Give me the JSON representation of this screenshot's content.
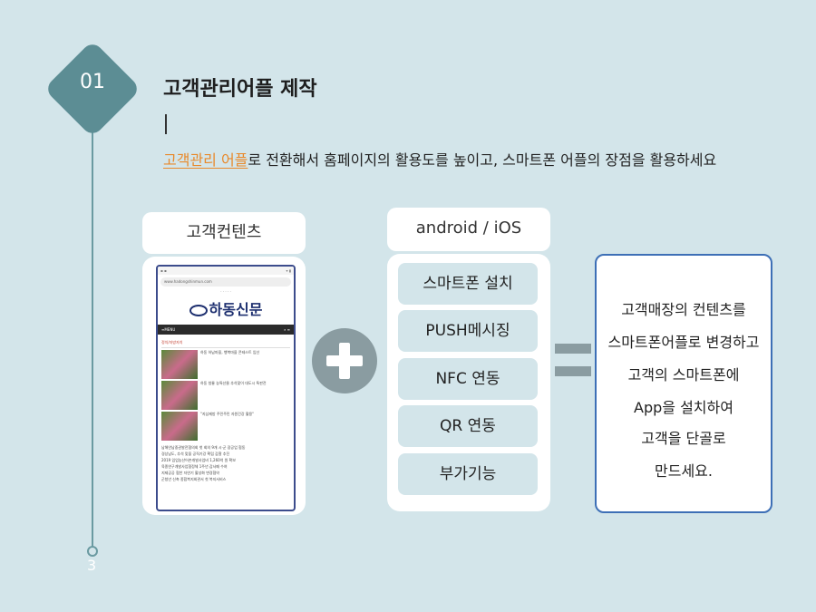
{
  "step": {
    "number": "01",
    "title": "고객관리어플 제작"
  },
  "subtitle": {
    "highlight": "고객관리 어플",
    "rest": "로 전환해서 홈페이지의 활용도를 높이고, 스마트폰 어플의 장점을 활용하세요"
  },
  "left_card": {
    "label": "고객컨텐츠",
    "phone": {
      "url": "www.hadongshinmun.com",
      "logo": "하동신문",
      "menu": "≡MENU",
      "section": "정치/자방자치",
      "news": [
        "하동 하남마을, 행복마을 콘테스트 입선",
        "하동 청룡 농특산물 추석맞이 대도시 특판전",
        "\"지삼제방 주민주민 자원건강 활용\""
      ],
      "list": [
        "남해안남중권발전협의회 첫 회의 9개 시·군 광공업 협동",
        "경상남도, 추석 맞을 공직기강 확립 감찰 추진",
        "2019 임업농산어촌개발사업비 1,260억 원 확보",
        "육종연구개발사업협정체 1주년 감사패 수여",
        "지제공공 협찬 자연기 활성화 변경협약",
        "군청년 신축 종합복지회관서 첫 복지서비스"
      ]
    }
  },
  "middle_card": {
    "label": "android / iOS",
    "features": [
      "스마트폰 설치",
      "PUSH메시징",
      "NFC 연동",
      "QR 연동",
      "부가기능"
    ]
  },
  "result_box": {
    "lines": [
      "고객매장의 컨텐츠를",
      "스마트폰어플로 변경하고",
      "고객의 스마트폰에",
      "App을 설치하여",
      "고객을 단골로",
      "만드세요."
    ]
  },
  "page_number": "3",
  "colors": {
    "background": "#d3e5ea",
    "accent": "#5c8d94",
    "highlight": "#e8892b",
    "result_border": "#3d6fb6"
  }
}
